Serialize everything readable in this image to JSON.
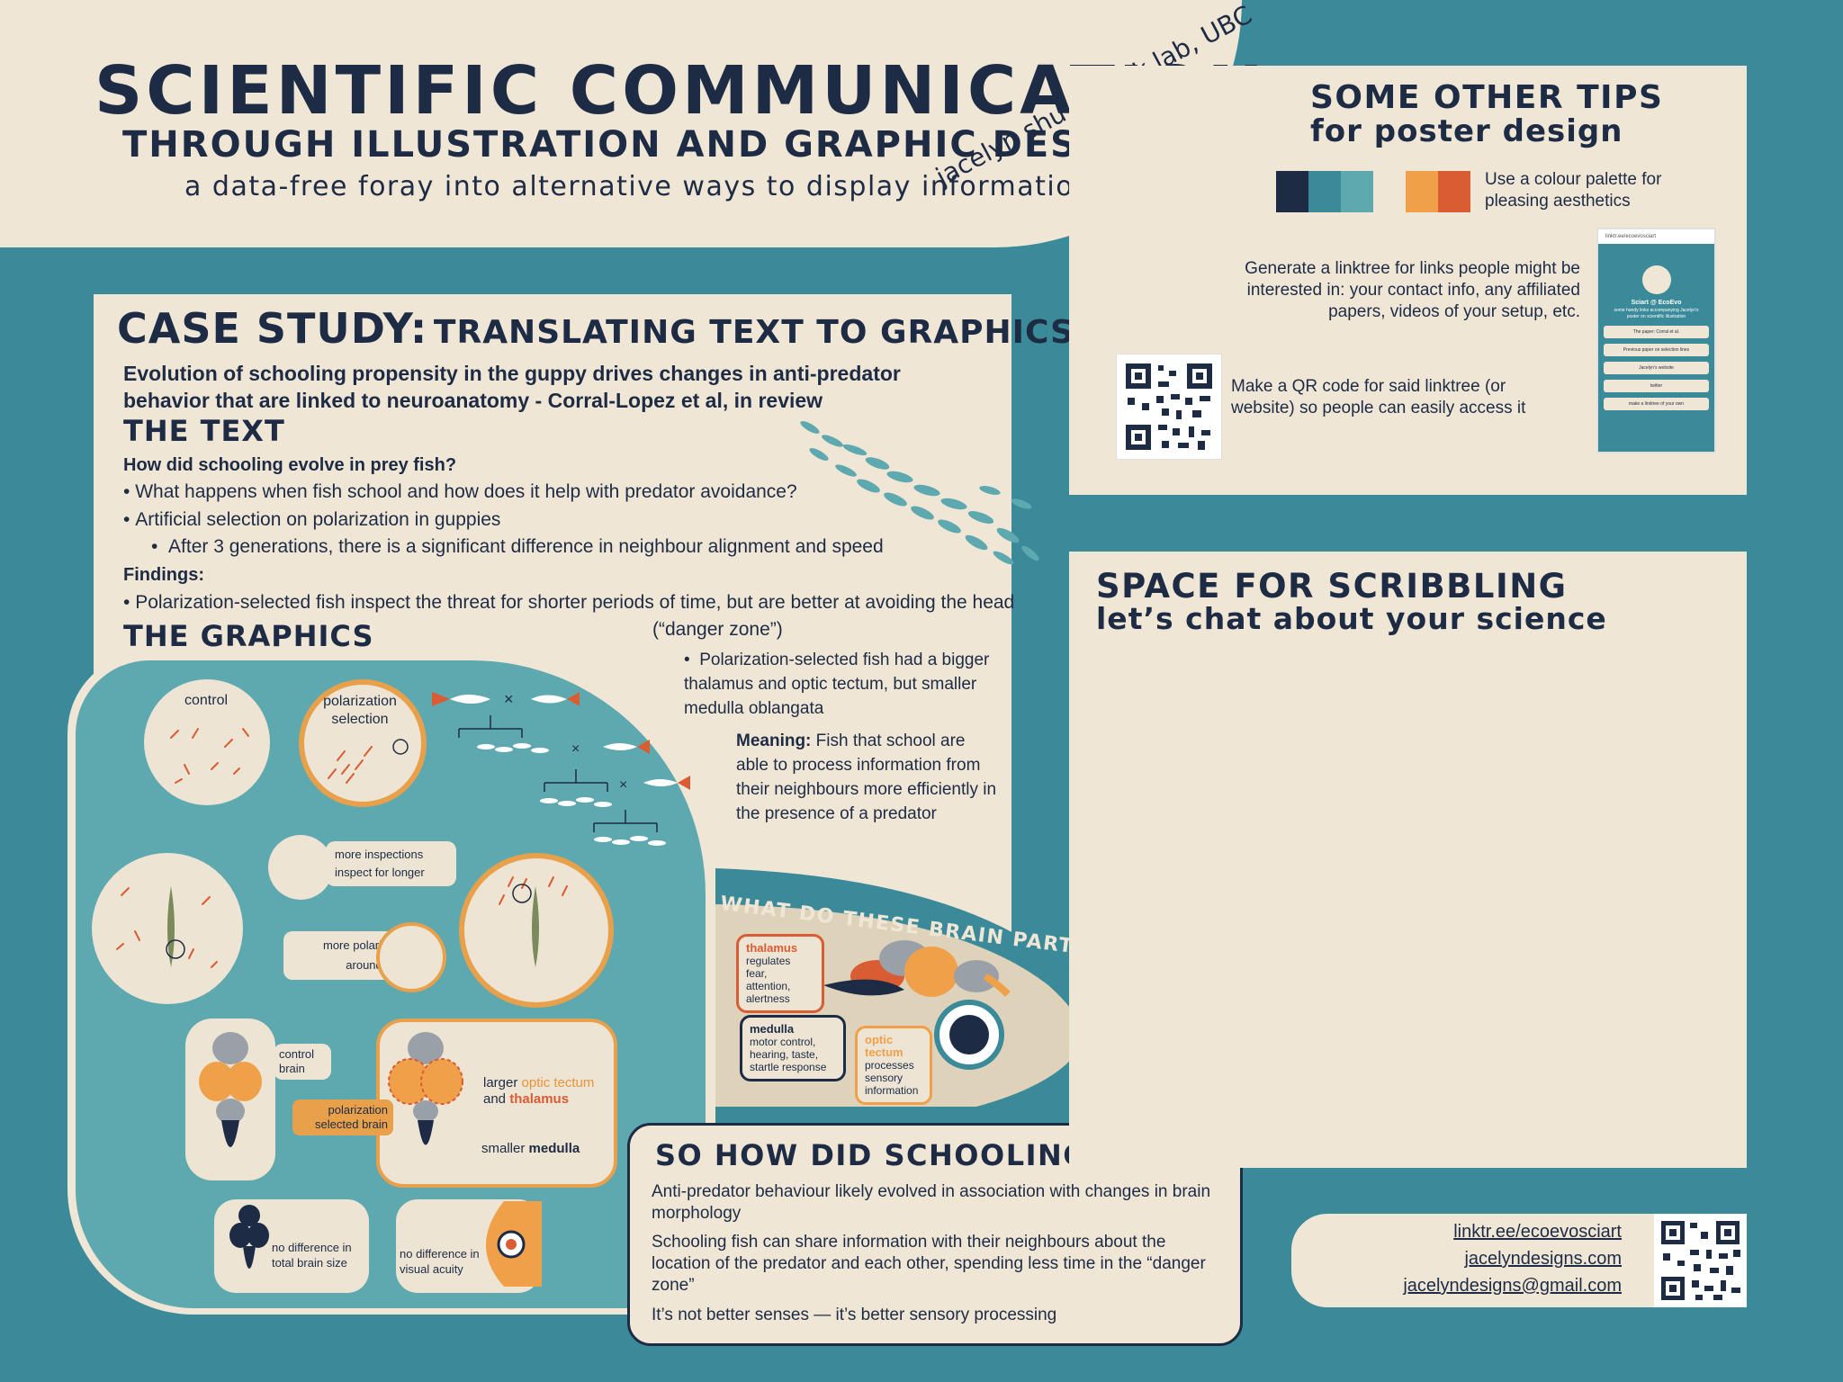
{
  "header": {
    "title": "SCIENTIFIC COMMUNICATION",
    "subtitle": "THROUGH ILLUSTRATION AND GRAPHIC DESIGN",
    "tagline": "a data-free foray into alternative ways to display information",
    "author": "jacelyn shu | mank lab, UBC"
  },
  "case_study": {
    "title_lead": "CASE STUDY:",
    "title_rest": "TRANSLATING TEXT TO GRAPHICS",
    "paper": "Evolution of schooling propensity in the guppy drives changes in anti-predator behavior that are linked to neuroanatomy - Corral-Lopez et al, in review",
    "text_heading": "THE TEXT",
    "question": "How did schooling evolve in prey fish?",
    "bullets": [
      "What happens when fish school and how does it help with predator avoidance?",
      "Artificial selection on polarization in guppies",
      "After 3 generations, there is a significant difference in neighbour alignment and speed"
    ],
    "findings_label": "Findings:",
    "finding_1": "Polarization-selected fish inspect the threat for shorter periods of time, but are better at avoiding the head",
    "finding_1_cont": "(“danger zone”)",
    "finding_2": "Polarization-selected fish had a bigger thalamus and optic tectum, but smaller medulla oblangata",
    "meaning_label": "Meaning:",
    "meaning_text": "Fish that school are able to process information from their neighbours more efficiently in the presence of a predator",
    "graphics_heading": "THE GRAPHICS"
  },
  "graphics": {
    "control": "control",
    "polarization_selection": "polarization selection",
    "more_inspections": "more inspections",
    "inspect_longer": "inspect for longer",
    "more_polarized": "more polarized",
    "around_tail": "around tail",
    "control_brain": "control brain",
    "pol_brain": "polarization selected brain",
    "larger_prefix": "larger ",
    "optic_tectum": "optic tectum",
    "and_prefix": "and ",
    "thalamus": "thalamus",
    "smaller_prefix": "smaller ",
    "medulla": "medulla",
    "no_diff_brain": "no difference in total brain size",
    "no_diff_visual": "no difference in visual acuity",
    "brain_parts_question": "WHAT DO THESE BRAIN PARTS DO?",
    "thalamus_label": "thalamus",
    "thalamus_desc": "regulates fear, attention, alertness",
    "medulla_label": "medulla",
    "medulla_desc": "motor control, hearing, taste, startle response",
    "optic_label": "optic tectum",
    "optic_desc": "processes sensory information"
  },
  "conclusion": {
    "title": "SO HOW DID SCHOOLING EVOLVE?",
    "p1": "Anti-predator behaviour likely evolved in association with changes in brain morphology",
    "p2": "Schooling fish can share information with their neighbours about the location of the predator and each other, spending less time in the “danger zone”",
    "p3": "It’s not better senses — it’s better sensory processing"
  },
  "tips": {
    "title": "SOME OTHER TIPS",
    "subtitle": "for poster design",
    "palette_text": "Use a colour palette for pleasing aesthetics",
    "palette": [
      "#1d2b45",
      "#3b8a99",
      "#5ea8b0",
      "#f0e6d6",
      "#f0a048",
      "#d95c32"
    ],
    "linktree_text": "Generate a linktree for links people might be interested in: your contact info, any affiliated papers, videos of your setup, etc.",
    "qr_text": "Make a QR code for said linktree (or website) so people can easily access it",
    "phone": {
      "url": "linktr.ee/ecoevosciart",
      "name": "Sciart @ EcoEvo",
      "desc": "some handy links accompanying Jacelyn's poster on scientific illustration",
      "links": [
        "The paper: Corral et al.",
        "Previous paper on selection lines",
        "Jacelyn's website",
        "twitter",
        "make a linktree of your own"
      ]
    }
  },
  "scribble": {
    "title": "SPACE FOR SCRIBBLING",
    "subtitle": "let’s chat about your science"
  },
  "contact": {
    "link1": "linktr.ee/ecoevosciart",
    "link2": "jacelyndesigns.com",
    "link3": "jacelyndesigns@gmail.com"
  }
}
